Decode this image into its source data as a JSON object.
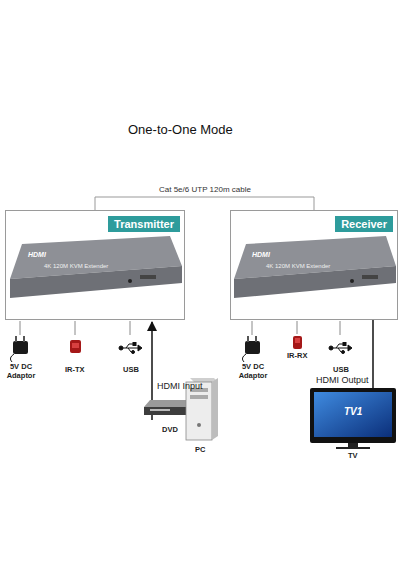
{
  "diagram": {
    "title": "One-to-One Mode",
    "nodes": [
      {
        "text": [
          "Transmitter"
        ]
      },
      {
        "text": [
          "Receiver"
        ]
      }
    ],
    "edges": [
      {
        "from": 0,
        "to": 1,
        "arrow": "none",
        "label": "Cat 5e/6 UTP 120m cable"
      }
    ],
    "labels": [
      "HDMI",
      "4K 120M KVM Extender",
      "HDMI",
      "4K 120M KVM Extender",
      "5V DC Adaptor",
      "IR-TX",
      "USB",
      "HDMI Input",
      "DVD",
      "PC",
      "5V DC Adaptor",
      "IR-RX",
      "USB",
      "HDMI Output",
      "TV1",
      "TV"
    ]
  }
}
